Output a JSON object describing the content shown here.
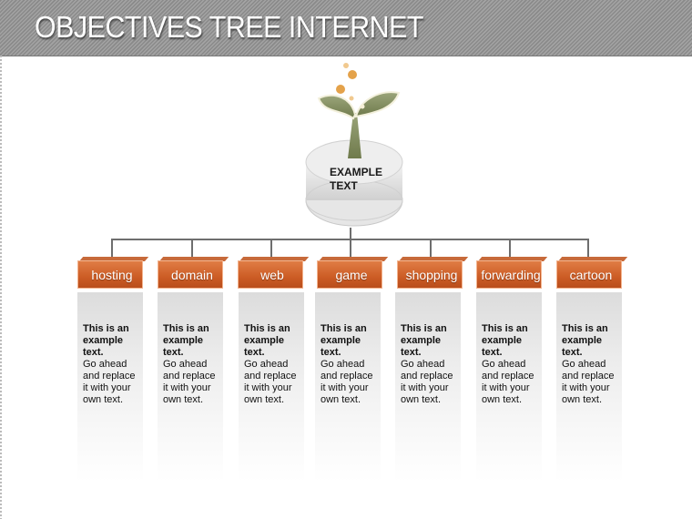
{
  "header": {
    "title": "OBJECTIVES TREE INTERNET"
  },
  "root": {
    "icon": "sprout-icon",
    "text_line1": "EXAMPLE",
    "text_line2": "TEXT"
  },
  "colors": {
    "accent": "#d2632b",
    "connector": "#6e6e6e",
    "header_bg": "#969696"
  },
  "branches": [
    {
      "label": "hosting",
      "bold": [
        "This is an",
        "example",
        "text."
      ],
      "body": [
        "Go ahead",
        "and replace",
        "it with your",
        "own text."
      ]
    },
    {
      "label": "domain",
      "bold": [
        "This is an",
        "example",
        "text."
      ],
      "body": [
        "Go ahead",
        "and replace",
        "it with your",
        "own text."
      ]
    },
    {
      "label": "web",
      "bold": [
        "This is an",
        "example",
        "text."
      ],
      "body": [
        "Go ahead",
        "and replace",
        "it with your",
        "own text."
      ]
    },
    {
      "label": "game",
      "bold": [
        "This is an",
        "example",
        "text."
      ],
      "body": [
        "Go ahead",
        "and replace",
        "it with your",
        "own text."
      ]
    },
    {
      "label": "shopping",
      "bold": [
        "This is an",
        "example",
        "text."
      ],
      "body": [
        "Go ahead",
        "and replace",
        "it with your",
        "own text."
      ]
    },
    {
      "label": "forwarding",
      "bold": [
        "This is an",
        "example",
        "text."
      ],
      "body": [
        "Go ahead",
        "and replace",
        "it with your",
        "own text."
      ]
    },
    {
      "label": "cartoon",
      "bold": [
        "This is an",
        "example",
        "text."
      ],
      "body": [
        "Go ahead",
        "and replace",
        "it with your",
        "own text."
      ]
    }
  ]
}
